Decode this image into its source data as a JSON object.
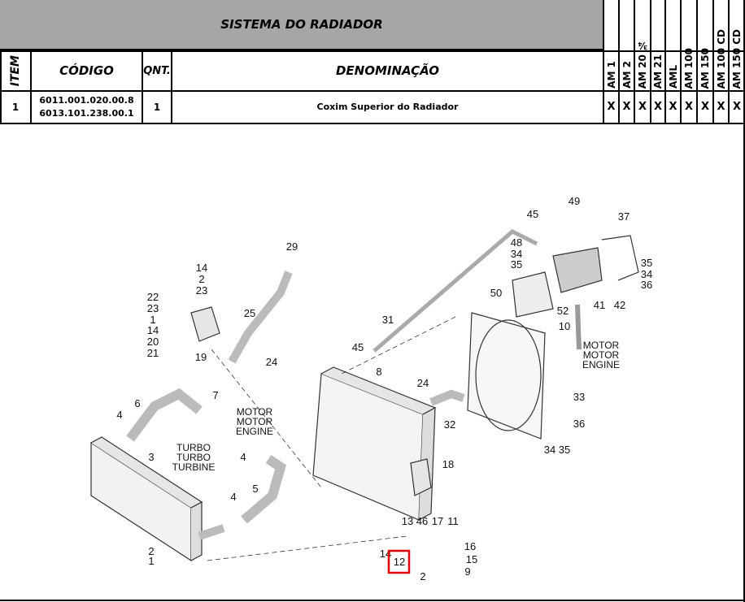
{
  "title": "SISTEMA DO RADIADOR",
  "headers": {
    "item": "ITEM",
    "codigo": "CÓDIGO",
    "qnt": "QNT.",
    "denominacao": "DENOMINAÇÃO"
  },
  "models": [
    "AM 1",
    "AM 2",
    "AM 20 ¾",
    "AM 21",
    "AML",
    "AM 100",
    "AM 150",
    "AM 100 CD",
    "AM 150 CD"
  ],
  "row": {
    "item": "1",
    "codigo": [
      "6011.001.020.00.8",
      "6013.101.238.00.1"
    ],
    "qnt": "1",
    "denominacao": "Coxim Superior do Radiador",
    "marks": [
      "X",
      "X",
      "X",
      "X",
      "X",
      "X",
      "X",
      "X",
      "X"
    ]
  },
  "diagram": {
    "callouts": [
      "29",
      "14",
      "2",
      "23",
      "22",
      "23",
      "1",
      "14",
      "20",
      "21",
      "19",
      "25",
      "24",
      "45",
      "49",
      "37",
      "48",
      "34",
      "35",
      "35",
      "34",
      "36",
      "50",
      "52",
      "41",
      "42",
      "10",
      "31",
      "45",
      "8",
      "24",
      "32",
      "33",
      "36",
      "34",
      "35",
      "18",
      "6",
      "7",
      "4",
      "3",
      "4",
      "4",
      "5",
      "2",
      "1",
      "13",
      "46",
      "17",
      "11",
      "16",
      "15",
      "14",
      "12",
      "2",
      "9"
    ],
    "labels": {
      "motor1": [
        "MOTOR",
        "MOTOR",
        "ENGINE"
      ],
      "turbo": [
        "TURBO",
        "TURBO",
        "TURBINE"
      ],
      "motor2": [
        "MOTOR",
        "MOTOR",
        "ENGINE"
      ]
    },
    "highlight_color": "#e00000"
  }
}
